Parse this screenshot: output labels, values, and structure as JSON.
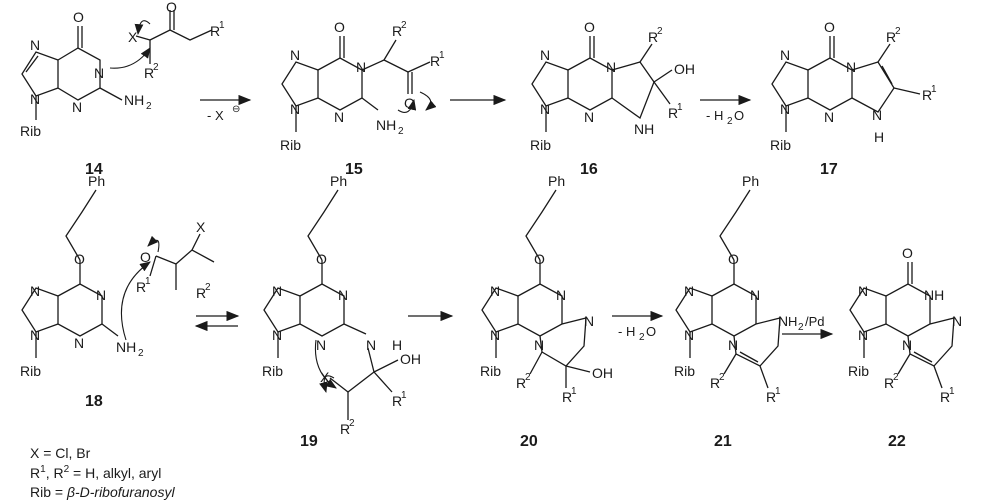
{
  "compounds": [
    {
      "id": "14"
    },
    {
      "id": "15"
    },
    {
      "id": "16"
    },
    {
      "id": "17"
    },
    {
      "id": "18"
    },
    {
      "id": "19"
    },
    {
      "id": "20"
    },
    {
      "id": "21"
    },
    {
      "id": "22"
    }
  ],
  "atoms": {
    "O": "O",
    "N": "N",
    "H": "H",
    "X": "X",
    "Rib": "Rib",
    "Ph": "Ph",
    "R": "R",
    "OH": "OH",
    "NH2": "NH",
    "sub2": "2",
    "sub1": "1",
    "NH": "NH"
  },
  "arrows": {
    "leaving_group": "- X",
    "dehydration": "- H",
    "dehydration_tail": "O",
    "hydrogenation": "H",
    "hydrogenation_tail": "/Pd"
  },
  "legend": {
    "line1": "X = Cl, Br",
    "line2_a": "R",
    "line2_b": ", R",
    "line2_c": " = H, alkyl, aryl",
    "line3_a": "Rib = ",
    "line3_b": "β-D-ribofuranosyl"
  }
}
